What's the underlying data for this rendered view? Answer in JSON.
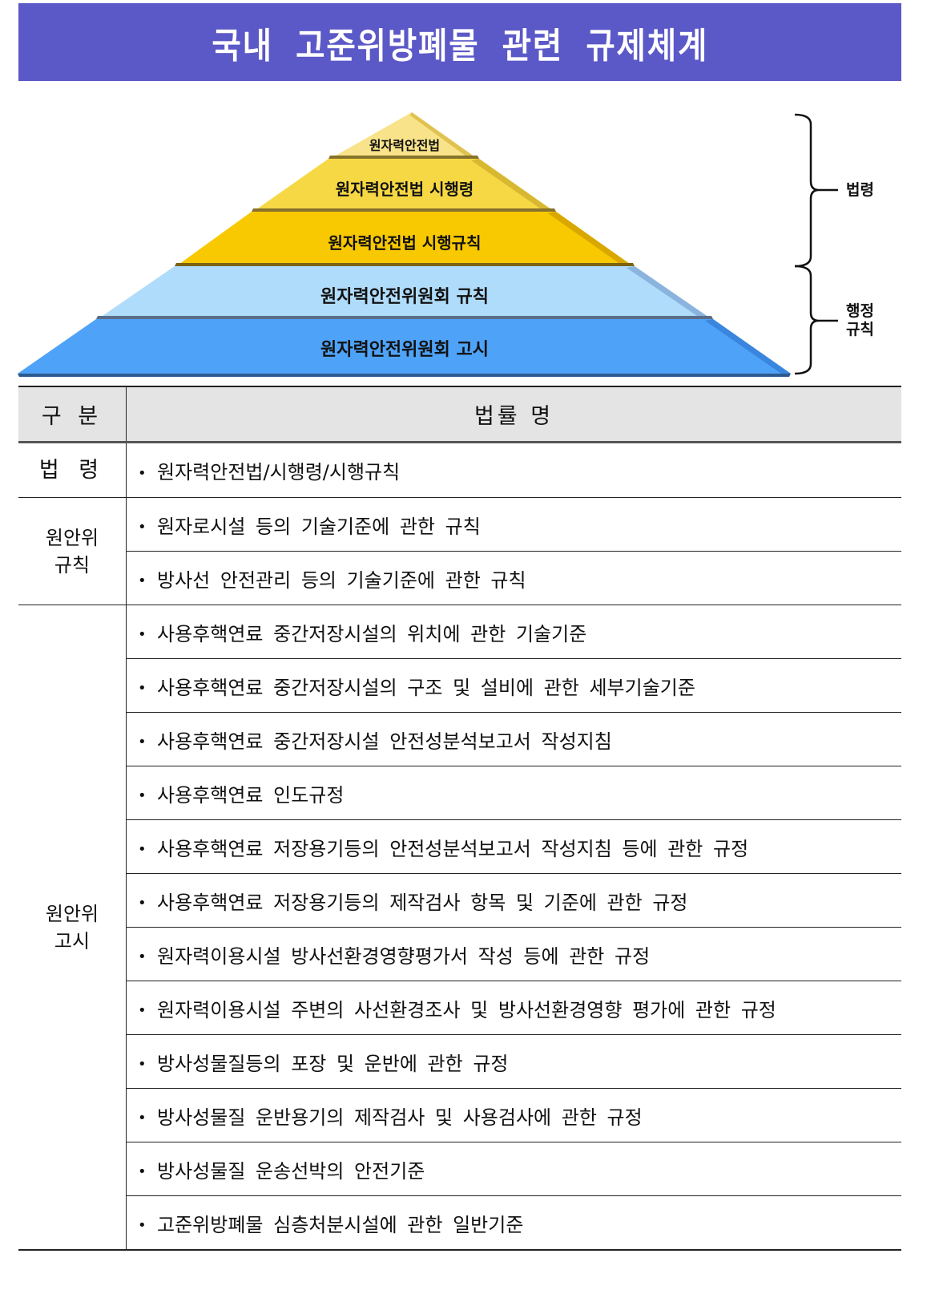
{
  "title": "국내 고준위방폐물 관련 규제체계",
  "colors": {
    "title_bg": "#5b58c7",
    "layer1": "#f8e38a",
    "layer2": "#f6d845",
    "layer3": "#f8c800",
    "layer4": "#b0dcfc",
    "layer5": "#4ea3f8",
    "header_bg": "#e4e4e4"
  },
  "pyramid": {
    "layers": [
      {
        "label": "원자력안전법"
      },
      {
        "label": "원자력안전법 시행령"
      },
      {
        "label": "원자력안전법 시행규칙"
      },
      {
        "label": "원자력안전위원회 규칙"
      },
      {
        "label": "원자력안전위원회 고시"
      }
    ],
    "brackets": [
      {
        "label": "법령"
      },
      {
        "label_line1": "행정",
        "label_line2": "규칙"
      }
    ]
  },
  "table": {
    "headers": {
      "category": "구 분",
      "name": "법률 명"
    },
    "groups": [
      {
        "category": "법 령",
        "items": [
          "원자력안전법/시행령/시행규칙"
        ]
      },
      {
        "category_line1": "원안위",
        "category_line2": "규칙",
        "items": [
          "원자로시설 등의 기술기준에 관한 규칙",
          "방사선 안전관리 등의 기술기준에 관한 규칙"
        ]
      },
      {
        "category_line1": "원안위",
        "category_line2": "고시",
        "items": [
          "사용후핵연료 중간저장시설의 위치에 관한 기술기준",
          "사용후핵연료 중간저장시설의 구조 및 설비에 관한 세부기술기준",
          "사용후핵연료 중간저장시설 안전성분석보고서 작성지침",
          "사용후핵연료 인도규정",
          "사용후핵연료 저장용기등의 안전성분석보고서 작성지침 등에 관한 규정",
          "사용후핵연료 저장용기등의 제작검사 항목 및 기준에 관한 규정",
          "원자력이용시설 방사선환경영향평가서 작성 등에 관한 규정",
          "원자력이용시설 주변의 사선환경조사 및 방사선환경영향 평가에 관한 규정",
          "방사성물질등의 포장 및 운반에 관한 규정",
          "방사성물질 운반용기의 제작검사 및 사용검사에 관한 규정",
          "방사성물질 운송선박의 안전기준",
          "고준위방폐물 심층처분시설에 관한 일반기준"
        ]
      }
    ],
    "bullet": "•"
  }
}
